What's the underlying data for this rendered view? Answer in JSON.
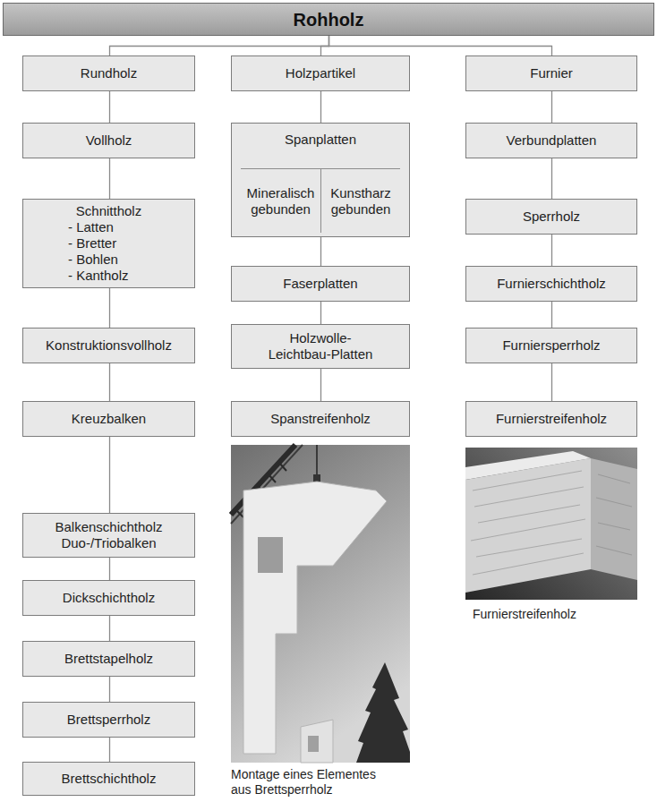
{
  "diagram": {
    "nodes": [
      {
        "text": [
          "Rohholz"
        ]
      },
      {
        "text": [
          "Rundholz"
        ]
      },
      {
        "text": [
          "Holzpartikel"
        ]
      },
      {
        "text": [
          "Furnier"
        ]
      },
      {
        "text": [
          "Vollholz"
        ]
      },
      {
        "text": [
          "Schnittholz",
          "- Latten",
          "- Bretter",
          "- Bohlen",
          "- Kantholz"
        ]
      },
      {
        "text": [
          "Konstruktionsvollholz"
        ]
      },
      {
        "text": [
          "Kreuzbalken"
        ]
      },
      {
        "text": [
          "Balkenschichtholz",
          "Duo-/Triobalken"
        ]
      },
      {
        "text": [
          "Dickschichtholz"
        ]
      },
      {
        "text": [
          "Brettstapelholz"
        ]
      },
      {
        "text": [
          "Brettsperrholz"
        ]
      },
      {
        "text": [
          "Brettschichtholz"
        ]
      },
      {
        "text": [
          "Spanplatten"
        ]
      },
      {
        "text": [
          "Mineralisch gebunden"
        ],
        "in": 13
      },
      {
        "text": [
          "Kunstharz gebunden"
        ],
        "in": 13
      },
      {
        "text": [
          "Faserplatten"
        ]
      },
      {
        "text": [
          "Holzwolle- Leichtbau-Platten"
        ]
      },
      {
        "text": [
          "Spanstreifenholz"
        ]
      },
      {
        "text": [
          "Verbundplatten"
        ]
      },
      {
        "text": [
          "Sperrholz"
        ]
      },
      {
        "text": [
          "Furnierschichtholz"
        ]
      },
      {
        "text": [
          "Furniersperrholz"
        ]
      },
      {
        "text": [
          "Furnierstreifenholz"
        ]
      }
    ],
    "edges": [
      {
        "from": 0,
        "to": 1,
        "arrow": "none"
      },
      {
        "from": 0,
        "to": 2,
        "arrow": "none"
      },
      {
        "from": 0,
        "to": 3,
        "arrow": "none"
      },
      {
        "from": 1,
        "to": 4,
        "arrow": "none"
      },
      {
        "from": 4,
        "to": 5,
        "arrow": "none"
      },
      {
        "from": 5,
        "to": 6,
        "arrow": "none"
      },
      {
        "from": 6,
        "to": 7,
        "arrow": "none"
      },
      {
        "from": 7,
        "to": 8,
        "arrow": "none"
      },
      {
        "from": 8,
        "to": 9,
        "arrow": "none"
      },
      {
        "from": 9,
        "to": 10,
        "arrow": "none"
      },
      {
        "from": 10,
        "to": 11,
        "arrow": "none"
      },
      {
        "from": 11,
        "to": 12,
        "arrow": "none"
      },
      {
        "from": 2,
        "to": 13,
        "arrow": "none"
      },
      {
        "from": 13,
        "to": 16,
        "arrow": "none"
      },
      {
        "from": 16,
        "to": 17,
        "arrow": "none"
      },
      {
        "from": 17,
        "to": 18,
        "arrow": "none"
      },
      {
        "from": 3,
        "to": 19,
        "arrow": "none"
      },
      {
        "from": 19,
        "to": 20,
        "arrow": "none"
      },
      {
        "from": 20,
        "to": 21,
        "arrow": "none"
      },
      {
        "from": 21,
        "to": 22,
        "arrow": "none"
      },
      {
        "from": 22,
        "to": 23,
        "arrow": "none"
      }
    ],
    "labels": [
      "Furnierstreifenholz",
      "Montage eines Elementes aus Brettsperrholz"
    ]
  }
}
